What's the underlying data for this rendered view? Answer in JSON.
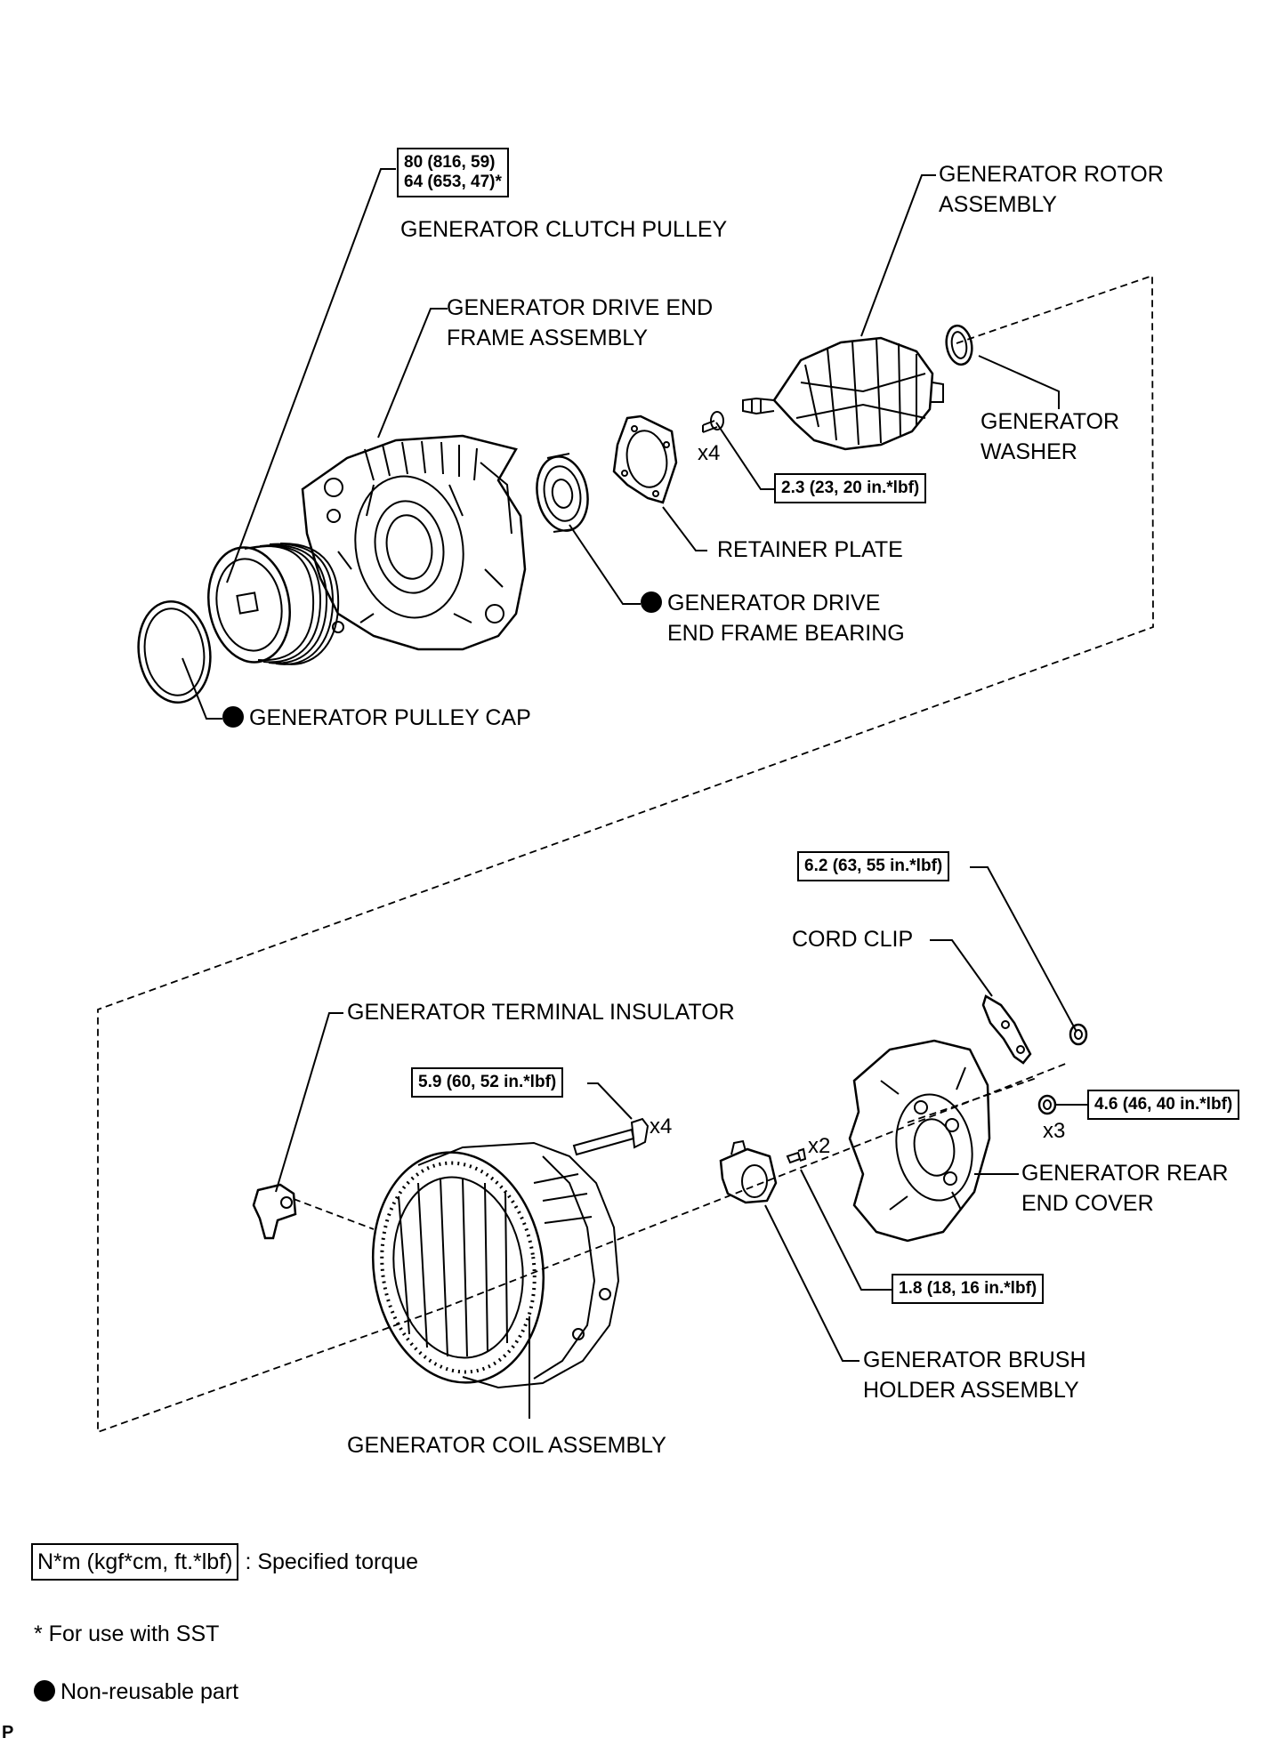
{
  "labels": {
    "clutch_pulley": "GENERATOR CLUTCH PULLEY",
    "rotor_l1": "GENERATOR ROTOR",
    "rotor_l2": "ASSEMBLY",
    "drive_end_frame_l1": "GENERATOR DRIVE END",
    "drive_end_frame_l2": "FRAME ASSEMBLY",
    "washer_l1": "GENERATOR",
    "washer_l2": "WASHER",
    "retainer_plate": "RETAINER PLATE",
    "bearing_l1": "GENERATOR DRIVE",
    "bearing_l2": "END FRAME BEARING",
    "pulley_cap": "GENERATOR PULLEY CAP",
    "cord_clip": "CORD CLIP",
    "terminal_insulator": "GENERATOR TERMINAL INSULATOR",
    "rear_cover_l1": "GENERATOR REAR",
    "rear_cover_l2": "END COVER",
    "brush_holder_l1": "GENERATOR BRUSH",
    "brush_holder_l2": "HOLDER ASSEMBLY",
    "coil_assembly": "GENERATOR COIL ASSEMBLY"
  },
  "torques": {
    "pulley_l1": "80 (816, 59)",
    "pulley_l2": "64 (653, 47)*",
    "retainer_bolt": "2.3 (23, 20 in.*lbf)",
    "clip_nut": "6.2 (63, 55 in.*lbf)",
    "coil_bolt": "5.9 (60, 52 in.*lbf)",
    "rear_nut": "4.6 (46, 40 in.*lbf)",
    "brush_screw": "1.8 (18, 16 in.*lbf)"
  },
  "counts": {
    "retainer_bolt": "x4",
    "coil_bolt": "x4",
    "brush_screw": "x2",
    "rear_nut": "x3"
  },
  "legend": {
    "torque_unit": "N*m (kgf*cm, ft.*lbf)",
    "torque_desc": ": Specified torque",
    "sst_note": "* For use with SST",
    "non_reusable": "Non-reusable part"
  },
  "corner_mark": "P"
}
